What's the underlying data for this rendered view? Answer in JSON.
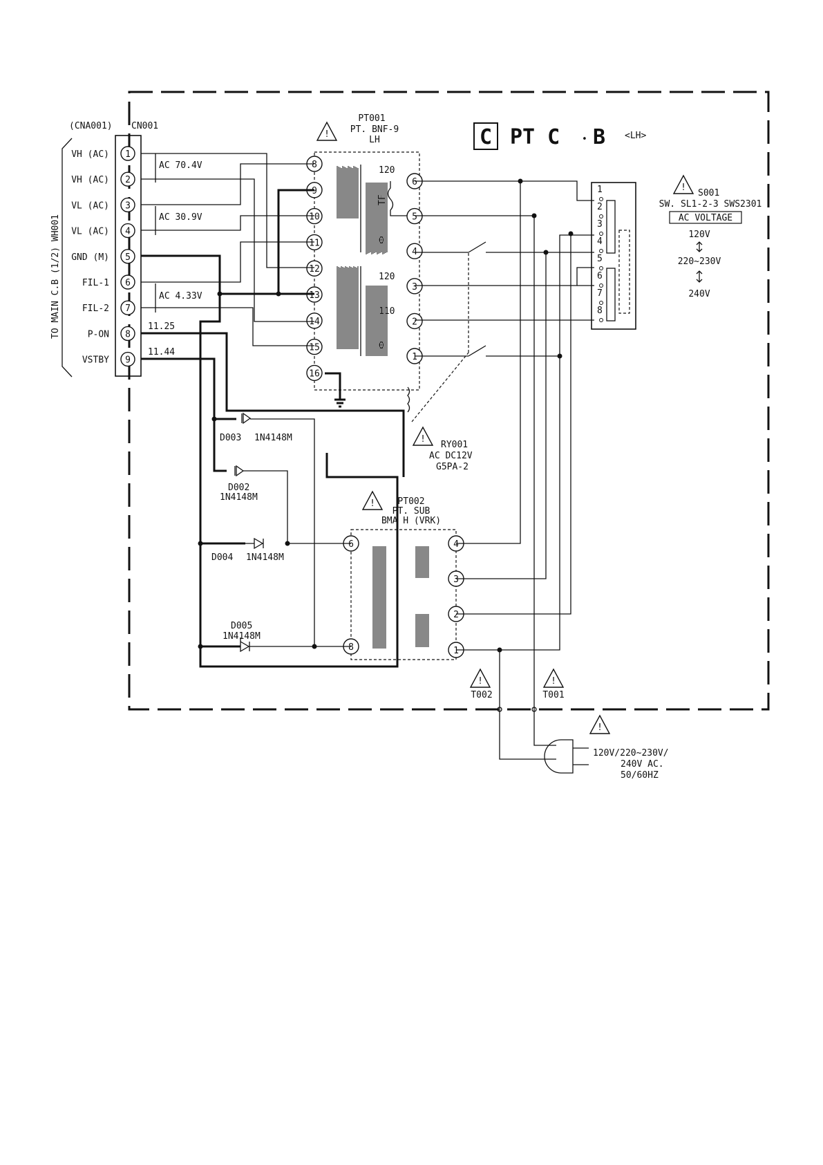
{
  "board": {
    "letter": "C",
    "title": "PT C",
    "dot": "•",
    "title_b": "B",
    "variant": "<LH>"
  },
  "connector": {
    "plug_label": "(CNA001)",
    "label": "CN001",
    "side_label": "TO MAIN C.B (1/2) WH001"
  },
  "pins": [
    {
      "num": "1",
      "name": "VH (AC)"
    },
    {
      "num": "2",
      "name": "VH (AC)"
    },
    {
      "num": "3",
      "name": "VL (AC)"
    },
    {
      "num": "4",
      "name": "VL (AC)"
    },
    {
      "num": "5",
      "name": "GND (M)"
    },
    {
      "num": "6",
      "name": "FIL-1"
    },
    {
      "num": "7",
      "name": "FIL-2"
    },
    {
      "num": "8",
      "name": "P-ON"
    },
    {
      "num": "9",
      "name": "VSTBY"
    }
  ],
  "voltages": {
    "vh": "AC 70.4V",
    "vl": "AC 30.9V",
    "fil": "AC 4.33V",
    "pon": "11.25",
    "vstby": "11.44"
  },
  "pt001": {
    "ref": "PT001",
    "part": "PT. BNF-9",
    "variant": "LH",
    "primary_pins": [
      "6",
      "5",
      "4",
      "3",
      "2",
      "1"
    ],
    "secondary_pins": [
      "8",
      "9",
      "10",
      "11",
      "12",
      "13",
      "14",
      "15",
      "16"
    ],
    "taps": [
      "120",
      "0",
      "120",
      "110",
      "0"
    ],
    "fuse_label": "TF"
  },
  "switch": {
    "ref": "S001",
    "part": "SW. SL1-2-3 SWS2301",
    "function": "AC VOLTAGE",
    "positions": [
      "120V",
      "220~230V",
      "240V"
    ],
    "terminals": [
      "1",
      "2",
      "3",
      "4",
      "5",
      "6",
      "7",
      "8"
    ]
  },
  "relay": {
    "ref": "RY001",
    "type": "AC DC12V",
    "part": "G5PA-2"
  },
  "diodes": [
    {
      "ref": "D003",
      "part": "1N4148M"
    },
    {
      "ref": "D002",
      "part": "1N4148M"
    },
    {
      "ref": "D004",
      "part": "1N4148M"
    },
    {
      "ref": "D005",
      "part": "1N4148M"
    }
  ],
  "pt002": {
    "ref": "PT002",
    "part": "PT. SUB",
    "variant": "BMA H (VRK)",
    "pins": [
      "6",
      "8",
      "4",
      "3",
      "2",
      "1"
    ]
  },
  "terminals": {
    "t002": "T002",
    "t001": "T001"
  },
  "ac_input": {
    "line1": "120V/220~230V/",
    "line2": "240V AC.",
    "line3": "50/60HZ"
  },
  "warning_symbol": "!"
}
